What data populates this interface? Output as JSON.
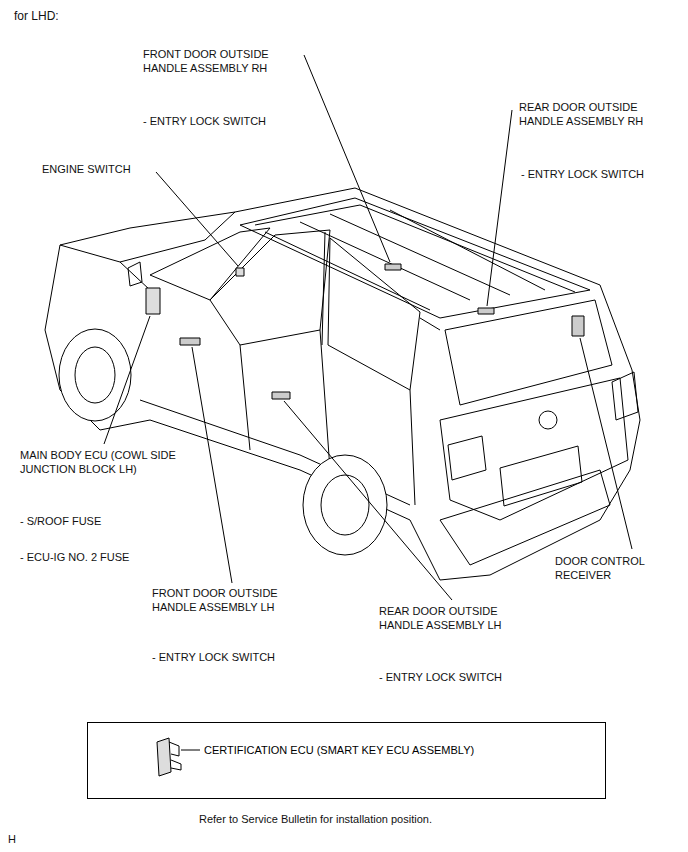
{
  "diagram": {
    "title": "for LHD:",
    "caption": "Refer to Service Bulletin for installation position.",
    "nodes": [
      {
        "text": [
          "CERTIFICATION ECU (SMART KEY ECU ASSEMBLY)"
        ]
      }
    ],
    "labels": [
      "FRONT DOOR OUTSIDE HANDLE ASSEMBLY RH",
      "- ENTRY LOCK SWITCH",
      "REAR DOOR OUTSIDE HANDLE ASSEMBLY RH",
      "- ENTRY LOCK SWITCH",
      "ENGINE SWITCH",
      "MAIN BODY ECU (COWL SIDE JUNCTION BLOCK LH)",
      "- S/ROOF FUSE",
      "- ECU-IG NO. 2 FUSE",
      "FRONT DOOR OUTSIDE HANDLE ASSEMBLY LH",
      "- ENTRY LOCK SWITCH",
      "REAR DOOR OUTSIDE HANDLE ASSEMBLY LH",
      "- ENTRY LOCK SWITCH",
      "DOOR CONTROL RECEIVER",
      "H"
    ]
  }
}
